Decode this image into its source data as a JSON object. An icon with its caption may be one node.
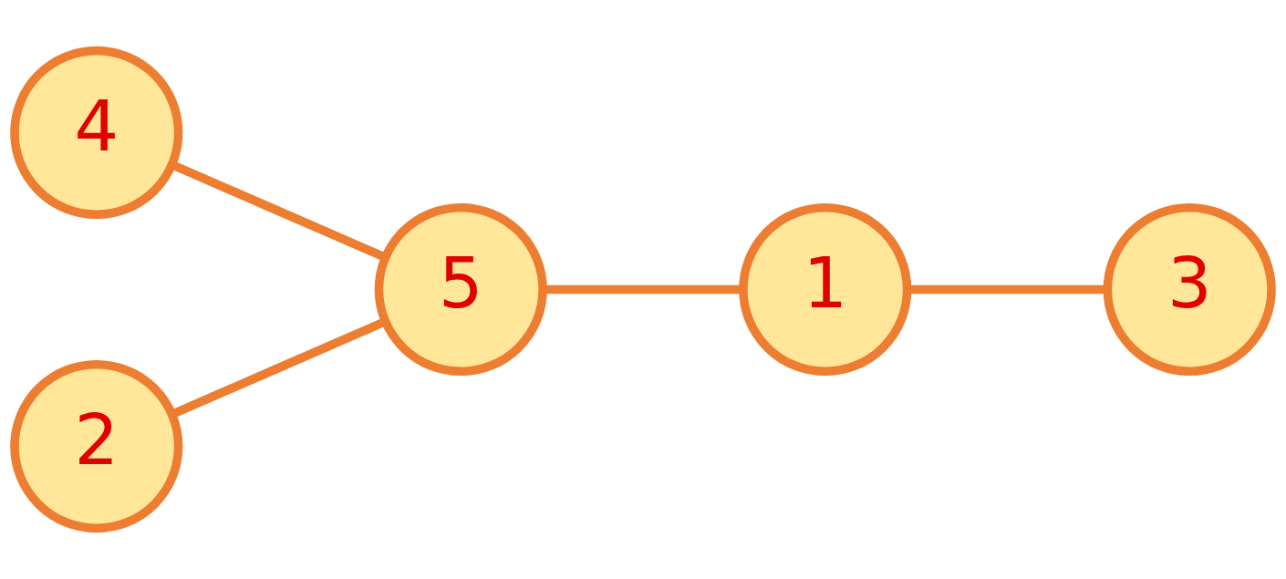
{
  "diagram": {
    "nodes": [
      {
        "text": [
          "4"
        ]
      },
      {
        "text": [
          "2"
        ]
      },
      {
        "text": [
          "5"
        ]
      },
      {
        "text": [
          "1"
        ]
      },
      {
        "text": [
          "3"
        ]
      }
    ],
    "edges": [
      {
        "from": 0,
        "to": 2,
        "arrow": "none"
      },
      {
        "from": 1,
        "to": 2,
        "arrow": "none"
      },
      {
        "from": 2,
        "to": 3,
        "arrow": "none"
      },
      {
        "from": 3,
        "to": 4,
        "arrow": "none"
      }
    ]
  }
}
